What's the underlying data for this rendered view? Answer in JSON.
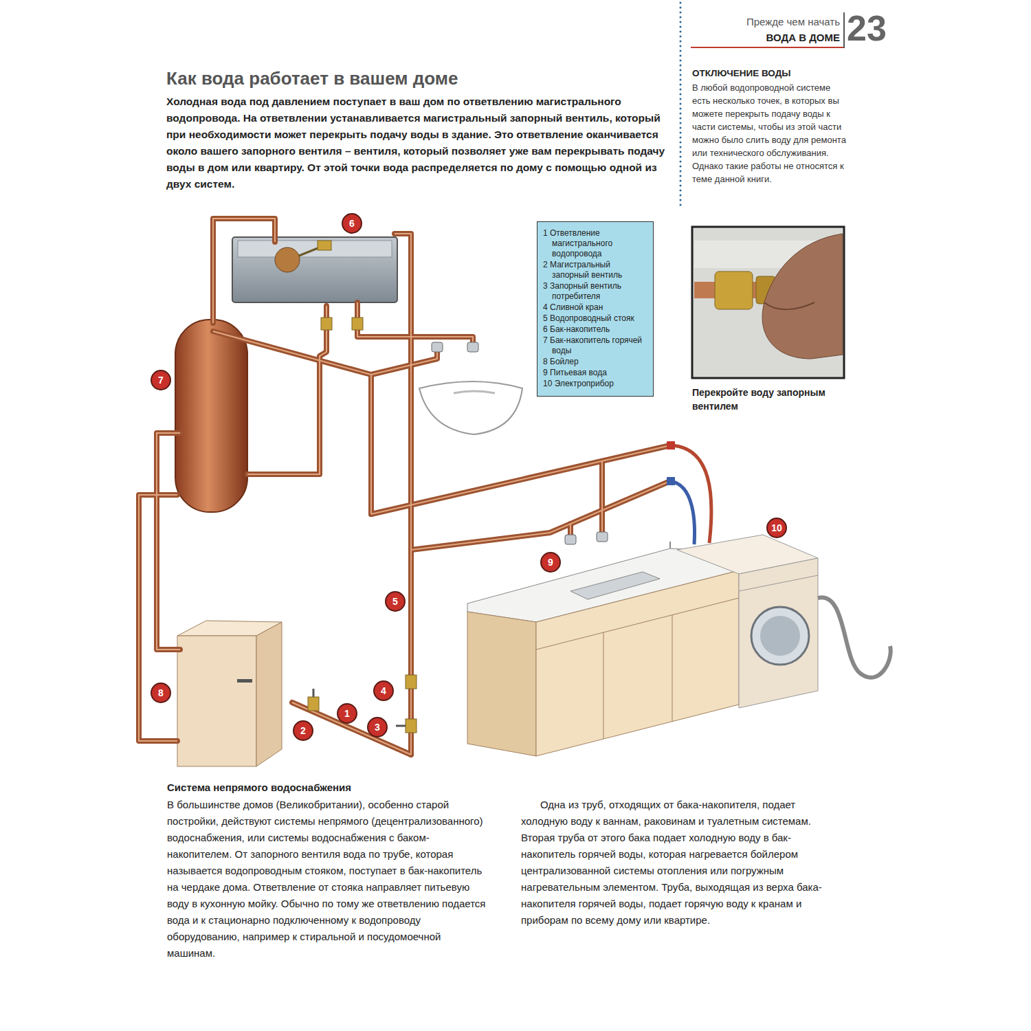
{
  "diagram": {
    "title": "Как вода работает в вашем доме",
    "nodes": [
      {
        "text": [
          "1 Ответвление магистрального водопровода",
          "2 Магистральный запорный вентиль",
          "3 Запорный вентиль потребителя",
          "4 Сливной кран",
          "5 Водопроводный стояк",
          "6 Бак-накопитель",
          "7 Бак-накопитель горячей воды",
          "8 Бойлер",
          "9 Питьевая вода",
          "10 Электроприбор"
        ]
      },
      {
        "text": [
          "6"
        ]
      },
      {
        "text": [
          "7"
        ]
      },
      {
        "text": [
          "10"
        ]
      },
      {
        "text": [
          "9"
        ]
      },
      {
        "text": [
          "5"
        ]
      },
      {
        "text": [
          "4"
        ]
      },
      {
        "text": [
          "8"
        ]
      },
      {
        "text": [
          "1"
        ]
      },
      {
        "text": [
          "3"
        ]
      },
      {
        "text": [
          "2"
        ]
      }
    ],
    "labels": [
      "Прежде чем начать",
      "ВОДА В ДОМЕ",
      "23",
      "Холодная вода под давлением поступает в ваш дом по ответвлению магистрального водопровода. На ответвлении устанавливается магистральный запорный вентиль, который при необходимости может перекрыть подачу воды в здание. Это ответвление оканчивается около вашего запорного вентиля – вентиля, который позволяет уже вам перекрывать подачу воды в дом или квартиру. От этой точки вода распределяется по дому с помощью одной из двух систем.",
      "ОТКЛЮЧЕНИЕ ВОДЫ",
      "В любой водопроводной системе есть несколько точек, в которых вы можете перекрыть подачу воды к части системы, чтобы из этой части можно было слить воду для ремонта или технического обслуживания. Однако такие работы не относятся к теме данной книги.",
      "Перекройте воду запорным вентилем",
      "Система непрямого водоснабжения",
      "В большинстве домов (Великобритании), особенно старой постройки, действуют системы непрямого (децентрализованного) водоснабжения, или системы водоснабжения с баком-накопителем. От запорного вентиля вода по трубе, которая называется водопроводным стояком, поступает в бак-накопитель на чердаке дома. Ответвление от стояка направляет питьевую воду в кухонную мойку. Обычно по тому же ответвлению подается вода и к стационарно подключенному к водопроводу оборудованию, например к стиральной и посудомоечной машинам.",
      "Одна из труб, отходящих от бака-накопителя, подает холодную воду к ваннам, раковинам и туалетным системам. Вторая труба от этого бака подает холодную воду в бак-накопитель горячей воды, которая нагревается бойлером централизованной системы отопления или погружным нагревательным элементом. Труба, выходящая из верха бака-накопителя горячей воды, подает горячую воду к кранам и приборам по всему дому или квартире."
    ]
  }
}
